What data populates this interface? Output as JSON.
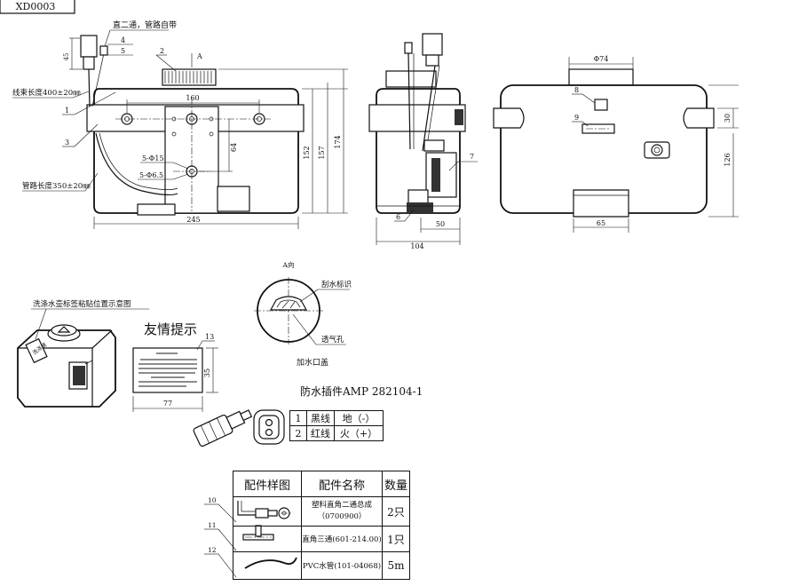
{
  "title_box": "XD0003",
  "front_view": {
    "callout_pipe_note": "直二通，管路自带",
    "callout_harness_len": "线束长度400±20㎜",
    "callout_pipe_len": "管路长度350±20㎜",
    "view_arrow_label": "A",
    "dim_160": "160",
    "dim_64": "64",
    "dim_hole1": "5-Φ15",
    "dim_hole2": "5-Φ6.5",
    "dim_245": "245",
    "dim_152": "152",
    "dim_157": "157",
    "dim_174": "174",
    "dim_45": "45",
    "balloons": [
      "1",
      "2",
      "3",
      "4",
      "5"
    ]
  },
  "side_view": {
    "dim_50": "50",
    "dim_104": "104",
    "balloons": [
      "6",
      "7"
    ]
  },
  "top_view": {
    "dim_phi74": "Φ74",
    "dim_30": "30",
    "dim_126": "126",
    "dim_65": "65",
    "balloons": [
      "8",
      "9"
    ]
  },
  "label_position_title": "洗涤水壶标签粘贴位置示意图",
  "tank_label_text": "洗涤液",
  "friendly_tip": {
    "title": "友情提示",
    "balloon": "13",
    "dim_77": "77",
    "dim_35": "35"
  },
  "cap_view": {
    "title": "A向",
    "note_mark": "刮水标识",
    "note_vent": "透气孔",
    "caption": "加水口盖"
  },
  "connector": {
    "title": "防水插件AMP 282104-1",
    "rows": [
      {
        "pin": "1",
        "wire": "黑线",
        "signal": "地（-）"
      },
      {
        "pin": "2",
        "wire": "红线",
        "signal": "火（+）"
      }
    ]
  },
  "parts_table": {
    "headers": [
      "配件样图",
      "配件名称",
      "数量"
    ],
    "rows": [
      {
        "balloon": "10",
        "name_line1": "塑料直角二通总成",
        "name_line2": "（0700900）",
        "qty": "2只"
      },
      {
        "balloon": "11",
        "name_line1": "直角三通(601-214.00)",
        "name_line2": "",
        "qty": "1只"
      },
      {
        "balloon": "12",
        "name_line1": "PVC水管(101-04068)",
        "name_line2": "",
        "qty": "5m"
      }
    ]
  }
}
